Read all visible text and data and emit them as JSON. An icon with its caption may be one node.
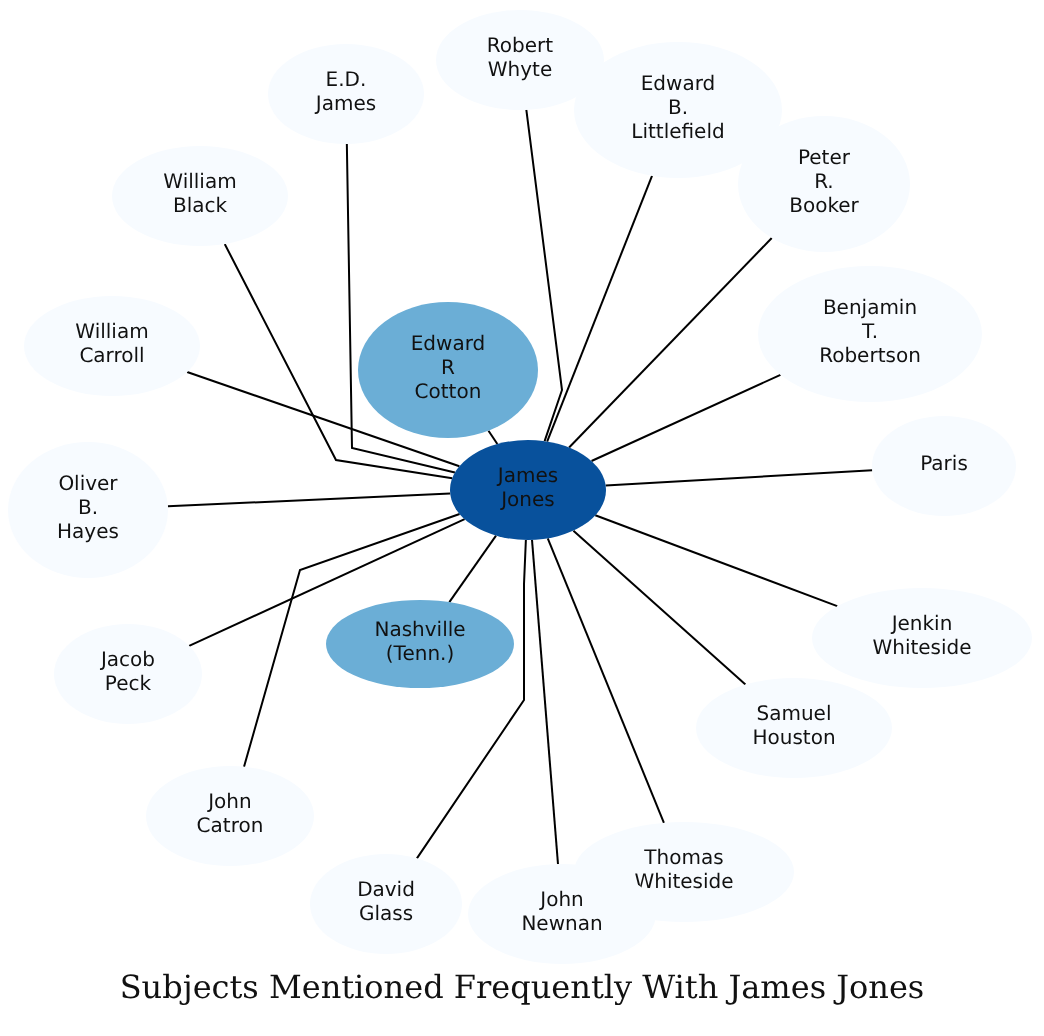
{
  "diagram": {
    "title": "Subjects Mentioned Frequently With James Jones",
    "nodes": [
      {
        "text": [
          "James Jones"
        ]
      },
      {
        "text": [
          "Robert Whyte"
        ]
      },
      {
        "text": [
          "E.D. James"
        ]
      },
      {
        "text": [
          "Edward B. Littlefield"
        ]
      },
      {
        "text": [
          "Peter R. Booker"
        ]
      },
      {
        "text": [
          "William Black"
        ]
      },
      {
        "text": [
          "Benjamin T. Robertson"
        ]
      },
      {
        "text": [
          "William Carroll"
        ]
      },
      {
        "text": [
          "Edward R Cotton"
        ]
      },
      {
        "text": [
          "Paris"
        ]
      },
      {
        "text": [
          "Oliver B. Hayes"
        ]
      },
      {
        "text": [
          "Nashville (Tenn.)"
        ]
      },
      {
        "text": [
          "Jenkin Whiteside"
        ]
      },
      {
        "text": [
          "Jacob Peck"
        ]
      },
      {
        "text": [
          "Samuel Houston"
        ]
      },
      {
        "text": [
          "John Catron"
        ]
      },
      {
        "text": [
          "Thomas Whiteside"
        ]
      },
      {
        "text": [
          "David Glass"
        ]
      },
      {
        "text": [
          "John Newnan"
        ]
      }
    ],
    "edges": [
      {
        "from": 0,
        "to": 1,
        "arrow": "none"
      },
      {
        "from": 0,
        "to": 2,
        "arrow": "none"
      },
      {
        "from": 0,
        "to": 3,
        "arrow": "none"
      },
      {
        "from": 0,
        "to": 4,
        "arrow": "none"
      },
      {
        "from": 0,
        "to": 5,
        "arrow": "none"
      },
      {
        "from": 0,
        "to": 6,
        "arrow": "none"
      },
      {
        "from": 0,
        "to": 7,
        "arrow": "none"
      },
      {
        "from": 0,
        "to": 8,
        "arrow": "none"
      },
      {
        "from": 0,
        "to": 9,
        "arrow": "none"
      },
      {
        "from": 0,
        "to": 10,
        "arrow": "none"
      },
      {
        "from": 0,
        "to": 11,
        "arrow": "none"
      },
      {
        "from": 0,
        "to": 12,
        "arrow": "none"
      },
      {
        "from": 0,
        "to": 13,
        "arrow": "none"
      },
      {
        "from": 0,
        "to": 14,
        "arrow": "none"
      },
      {
        "from": 0,
        "to": 15,
        "arrow": "none"
      },
      {
        "from": 0,
        "to": 16,
        "arrow": "none"
      },
      {
        "from": 0,
        "to": 17,
        "arrow": "none"
      },
      {
        "from": 0,
        "to": 18,
        "arrow": "none"
      }
    ]
  }
}
